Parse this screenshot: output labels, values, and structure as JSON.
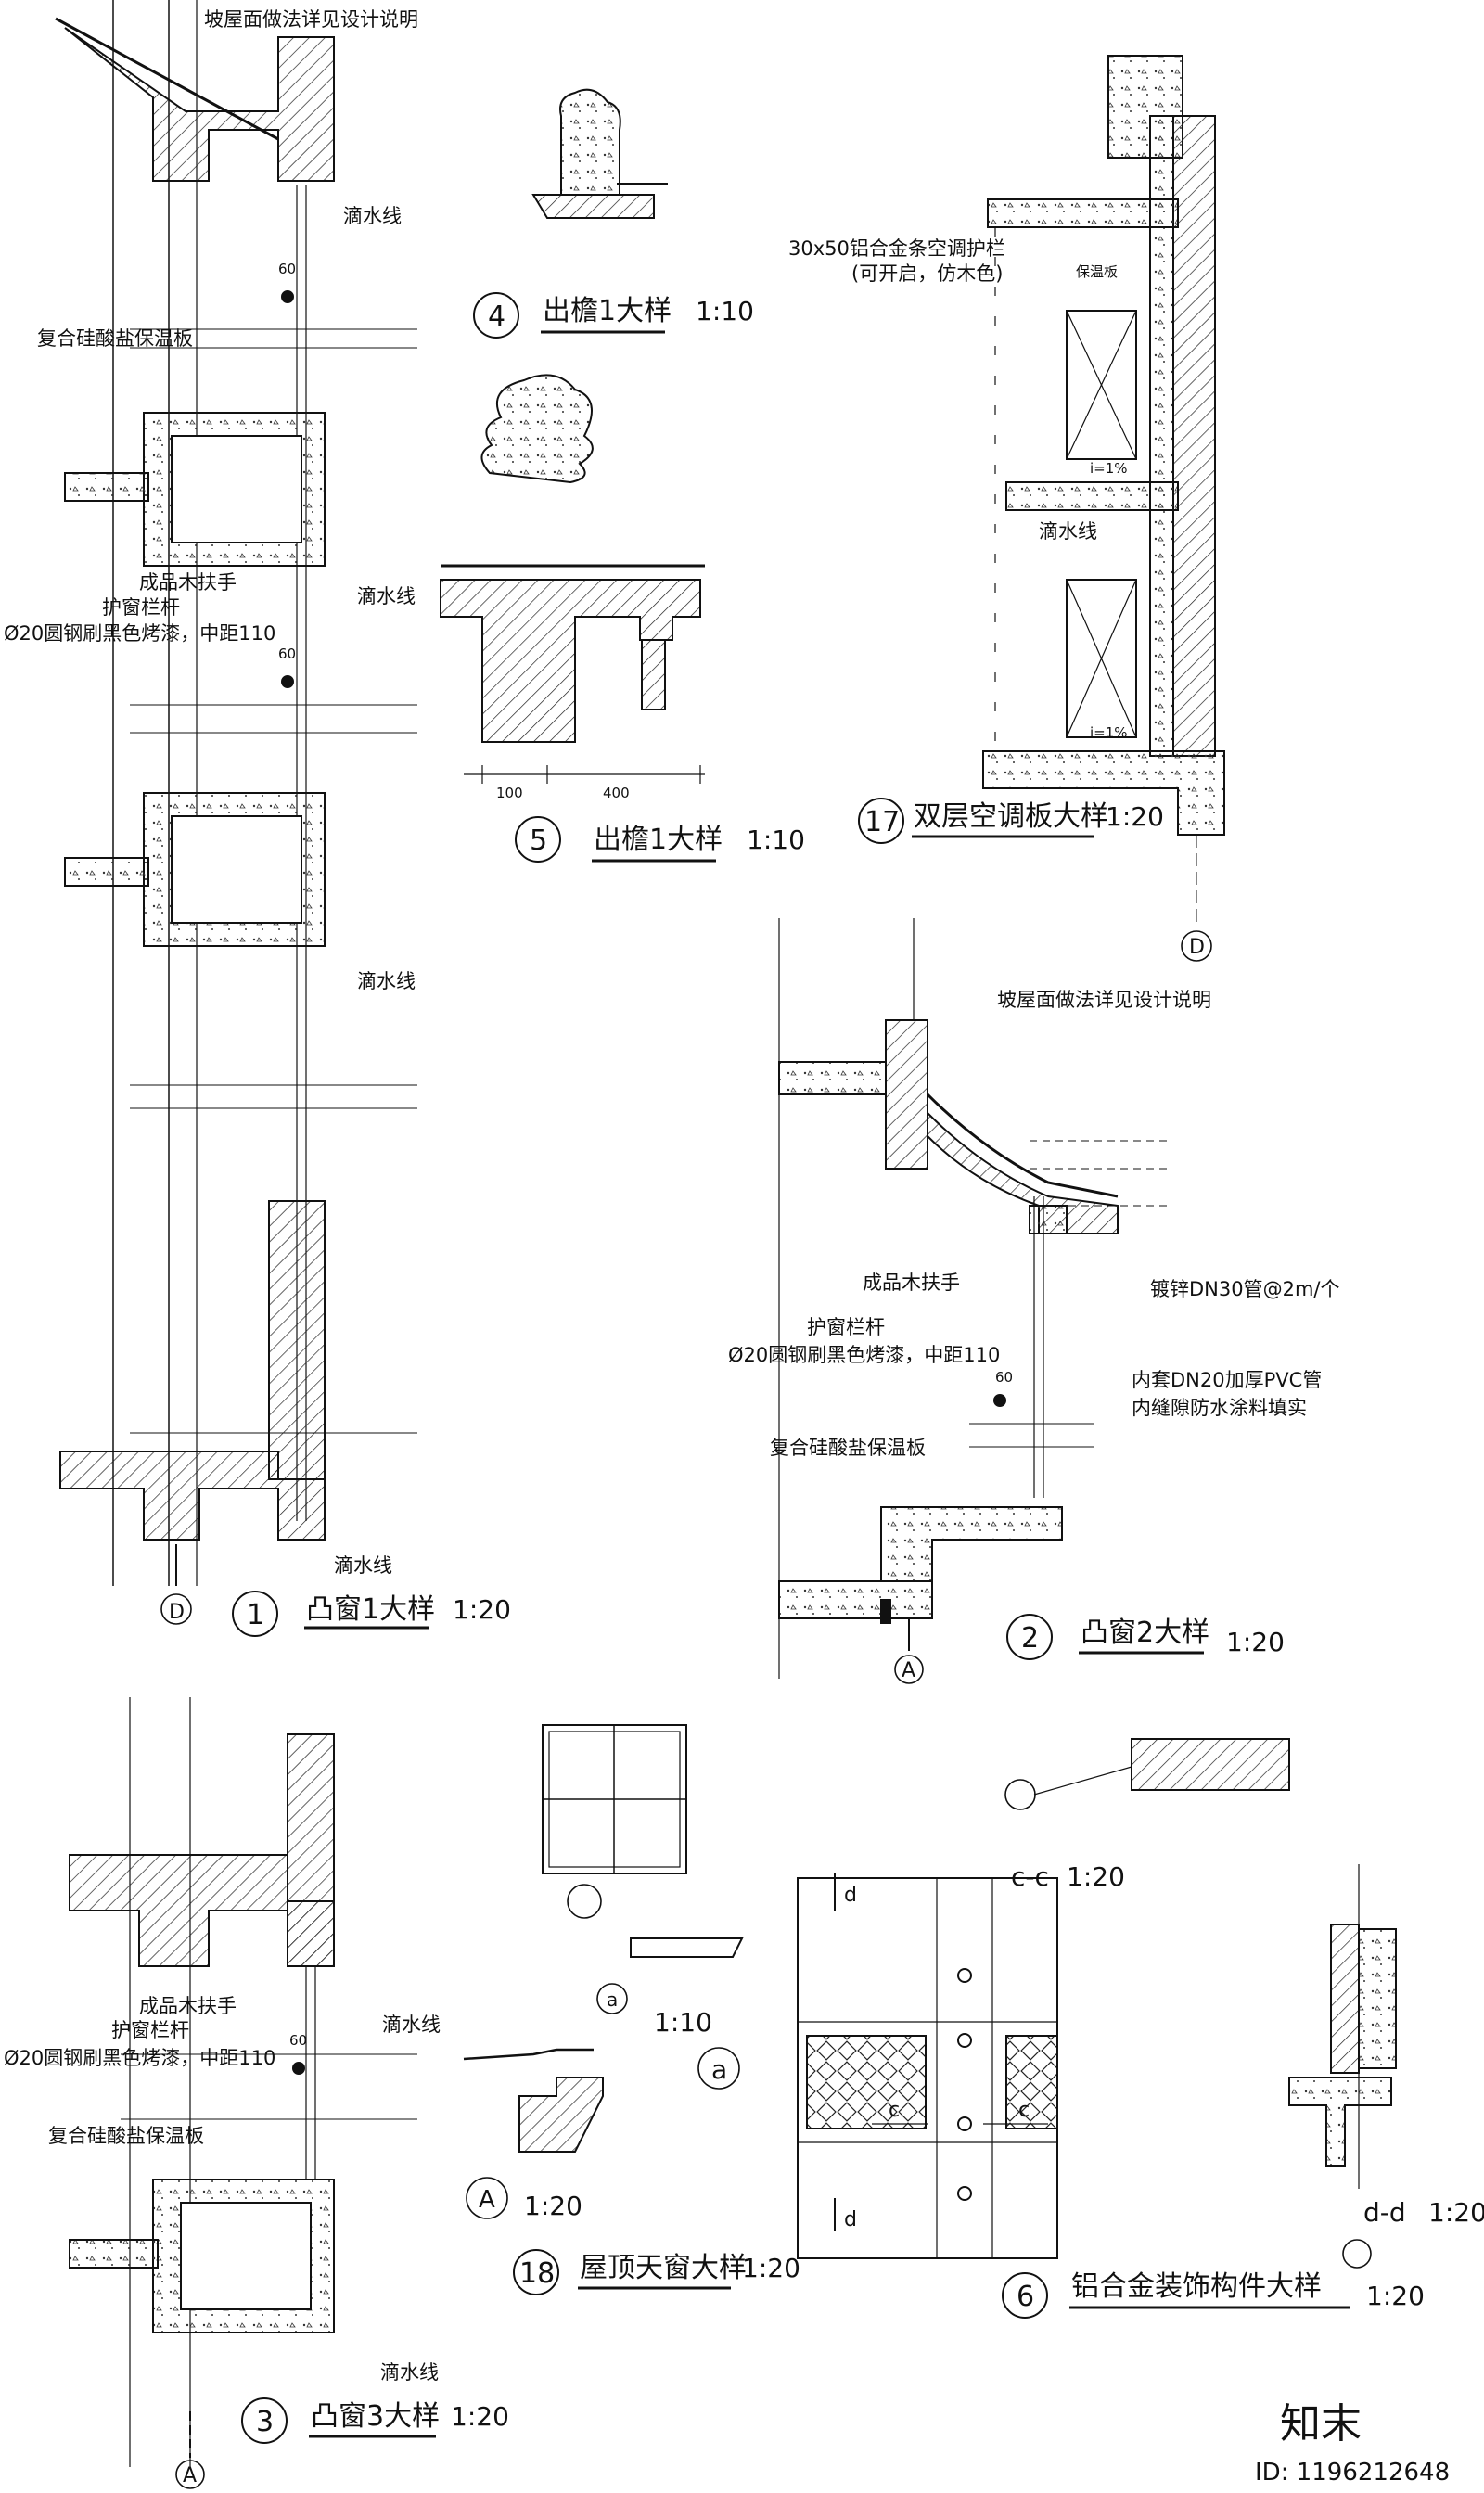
{
  "details": {
    "d1": {
      "num": "1",
      "title": "凸窗1大样",
      "scale": "1:20"
    },
    "d2": {
      "num": "2",
      "title": "凸窗2大样",
      "scale": "1:20"
    },
    "d3": {
      "num": "3",
      "title": "凸窗3大样",
      "scale": "1:20"
    },
    "d4": {
      "num": "4",
      "title": "出檐1大样",
      "scale": "1:10"
    },
    "d5": {
      "num": "5",
      "title": "出檐1大样",
      "scale": "1:10"
    },
    "d6": {
      "num": "6",
      "title": "铝合金装饰构件大样",
      "scale": "1:20"
    },
    "d17": {
      "num": "17",
      "title": "双层空调板大样",
      "scale": "1:20"
    },
    "d18": {
      "num": "18",
      "title": "屋顶天窗大样",
      "scale": "1:20"
    }
  },
  "notes": {
    "roof_note": "坡屋面做法详见设计说明",
    "drip": "滴水线",
    "insulation": "复合硅酸盐保温板",
    "handrail": "成品木扶手",
    "guard_bar": "护窗栏杆",
    "guard_spec": "Ø20圆钢刷黑色烤漆，中距110",
    "dim60": "60",
    "dim100": "100",
    "dim400": "400",
    "ac_rail": "30x50铝合金条空调护栏",
    "ac_rail2": "(可开启，仿木色)",
    "insul_short": "保温板",
    "slope": "i=1%",
    "pipe1": "镀锌DN30管@2m/个",
    "pipe2": "内套DN20加厚PVC管",
    "pipe3": "内缝隙防水涂料填实"
  },
  "axis": {
    "D": "D",
    "A": "A"
  },
  "sections": {
    "a_label": "a",
    "a_scale": "1:10",
    "A_scale": "1:20",
    "c": "c",
    "d": "d",
    "cc_label": "c-c",
    "cc_scale": "1:20",
    "dd_label": "d-d",
    "dd_scale": "1:20"
  },
  "brand": {
    "logo": "知末",
    "id": "ID: 1196212648"
  }
}
